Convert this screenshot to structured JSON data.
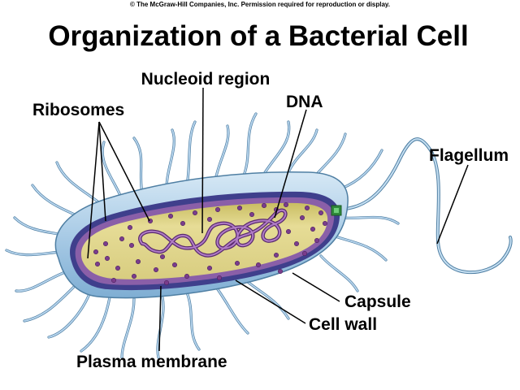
{
  "copyright": "© The McGraw-Hill Companies, Inc. Permission required for reproduction or display.",
  "title": "Organization of a Bacterial Cell",
  "labels": {
    "nucleoid": "Nucleoid region",
    "ribosomes": "Ribosomes",
    "dna": "DNA",
    "flagellum": "Flagellum",
    "capsule": "Capsule",
    "cell_wall": "Cell wall",
    "plasma_membrane": "Plasma membrane"
  },
  "colors": {
    "capsule": "#a9cbe6",
    "capsule_light": "#d6e8f5",
    "cell_wall": "#3f3f8c",
    "membrane": "#8a5fa8",
    "cytoplasm": "#ddd28a",
    "ribosome": "#7a3d8c",
    "dna": "#7a3d8c",
    "pili": "#a9cbe6",
    "pili_edge": "#4f7fa3",
    "flagellum_motor": "#2f8a3a"
  }
}
